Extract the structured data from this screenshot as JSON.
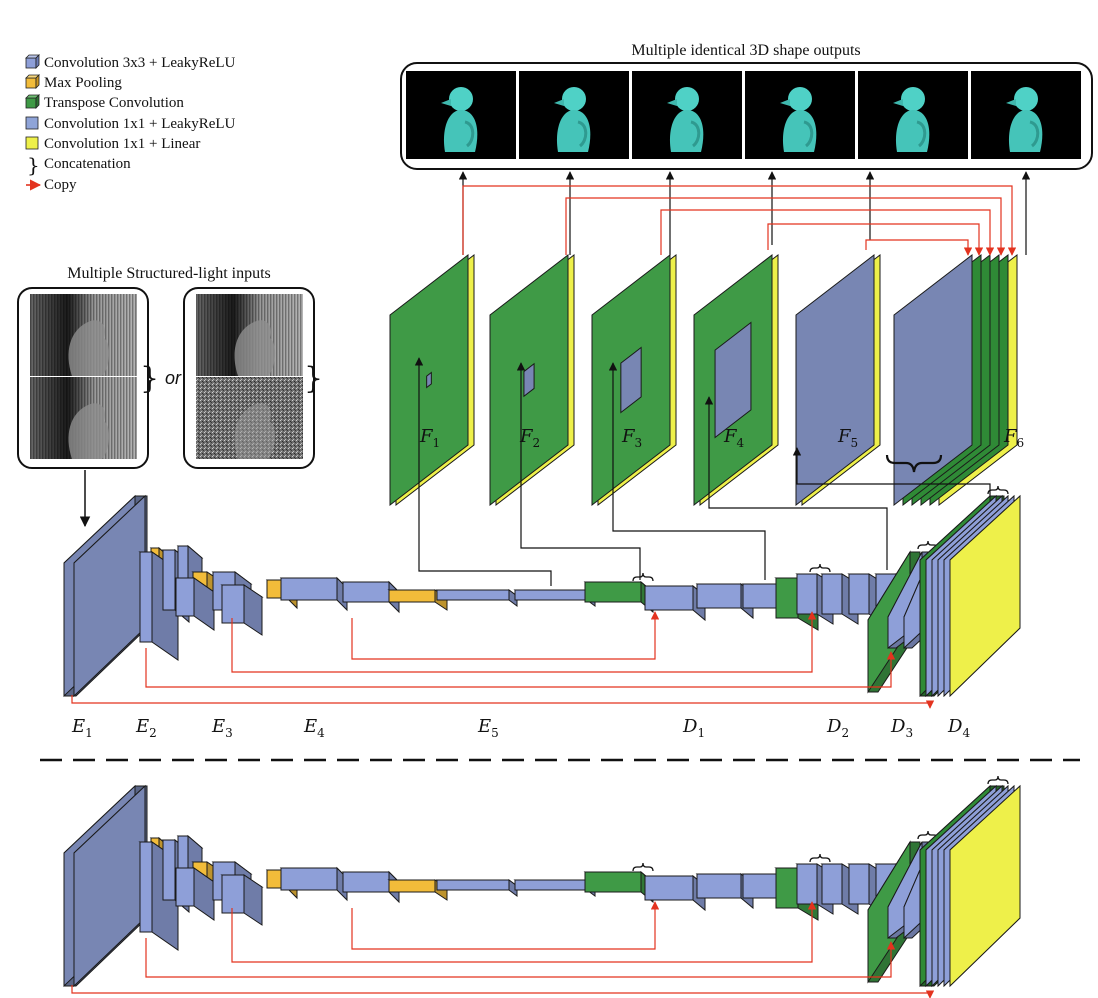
{
  "colors": {
    "conv3": "#8e9fd8",
    "pool": "#f2bc3a",
    "tconv": "#3f9a46",
    "conv1": "#8fa4d8",
    "linear": "#eef04a",
    "copy_arrow": "#e3331f",
    "flat_blue": "#7886b3",
    "dark_green": "#2f8a36"
  },
  "legend": {
    "items": [
      {
        "label": "Convolution 3x3 + LeakyReLU",
        "icon": "blue-cube-icon"
      },
      {
        "label": "Max Pooling",
        "icon": "yellow-cube-icon"
      },
      {
        "label": "Transpose Convolution",
        "icon": "green-cube-icon"
      },
      {
        "label": "Convolution 1x1 + LeakyReLU",
        "icon": "blue-square-icon"
      },
      {
        "label": "Convolution 1x1 + Linear",
        "icon": "yellow-square-icon"
      },
      {
        "label": "Concatenation",
        "icon": "brace-icon"
      },
      {
        "label": "Copy",
        "icon": "red-arrow-icon"
      }
    ]
  },
  "inputs": {
    "title": "Multiple Structured-light inputs",
    "or": "or"
  },
  "outputs": {
    "title": "Multiple identical 3D shape outputs",
    "count": 6
  },
  "feature_maps": [
    {
      "base": "F",
      "sub": "1"
    },
    {
      "base": "F",
      "sub": "2"
    },
    {
      "base": "F",
      "sub": "3"
    },
    {
      "base": "F",
      "sub": "4"
    },
    {
      "base": "F",
      "sub": "5"
    },
    {
      "base": "F",
      "sub": "6"
    }
  ],
  "stages": [
    {
      "base": "E",
      "sub": "1"
    },
    {
      "base": "E",
      "sub": "2"
    },
    {
      "base": "E",
      "sub": "3"
    },
    {
      "base": "E",
      "sub": "4"
    },
    {
      "base": "E",
      "sub": "5"
    },
    {
      "base": "D",
      "sub": "1"
    },
    {
      "base": "D",
      "sub": "2"
    },
    {
      "base": "D",
      "sub": "3"
    },
    {
      "base": "D",
      "sub": "4"
    }
  ]
}
